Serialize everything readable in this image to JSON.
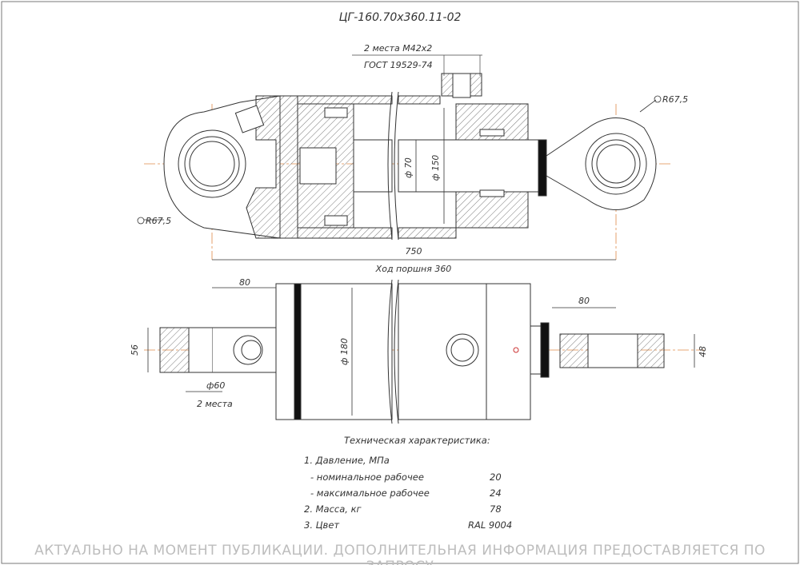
{
  "title": "ЦГ-160.70х360.11-02",
  "port_note": {
    "line1": "2 места М42х2",
    "line2": "ГОСТ 19529-74"
  },
  "dimensions": {
    "radius_right": "R67,5",
    "radius_left": "R67,5",
    "rod_diameter": "ф 70",
    "bore_diameter": "ф 150",
    "total_length": "750",
    "stroke": "Ход поршня 360",
    "left_offset": "80",
    "right_offset": "80",
    "width_left": "56",
    "width_right": "48",
    "outer_diameter": "ф 180",
    "pin_diameter": "ф60",
    "pin_count": "2 места"
  },
  "spec": {
    "heading": "Техническая характеристика:",
    "rows": [
      {
        "label": "1. Давление, МПа",
        "value": ""
      },
      {
        "label": "- номинальное рабочее",
        "value": "20"
      },
      {
        "label": "- максимальное рабочее",
        "value": "24"
      },
      {
        "label": "2. Масса, кг",
        "value": "78"
      },
      {
        "label": "3. Цвет",
        "value": "RAL 9004"
      }
    ]
  },
  "disclaimer": "АКТУАЛЬНО НА МОМЕНТ ПУБЛИКАЦИИ. ДОПОЛНИТЕЛЬНАЯ ИНФОРМАЦИЯ ПРЕДОСТАВЛЯЕТСЯ ПО ЗАПРОСУ"
}
